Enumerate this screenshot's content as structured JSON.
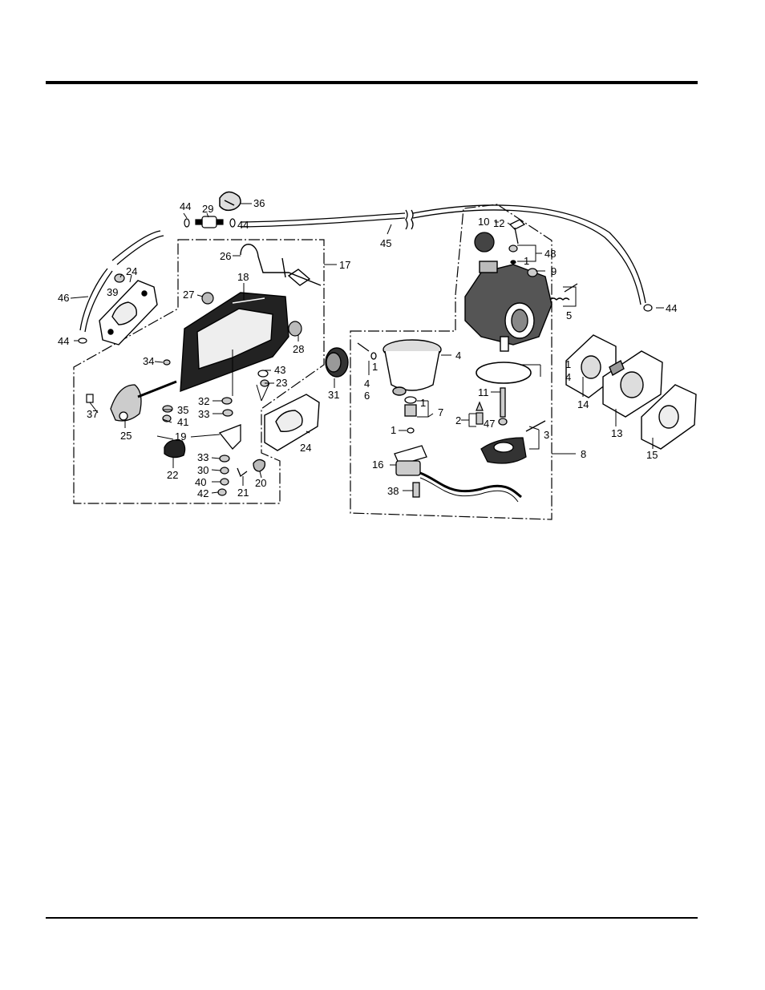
{
  "labels": [
    {
      "id": "l1a",
      "text": "1"
    },
    {
      "id": "l1b",
      "text": "1"
    },
    {
      "id": "l1c",
      "text": "1"
    },
    {
      "id": "l1d",
      "text": "1"
    },
    {
      "id": "l1e",
      "text": "1"
    },
    {
      "id": "l2",
      "text": "2"
    },
    {
      "id": "l3",
      "text": "3"
    },
    {
      "id": "l4a",
      "text": "4"
    },
    {
      "id": "l4b",
      "text": "4"
    },
    {
      "id": "l4c",
      "text": "4"
    },
    {
      "id": "l5",
      "text": "5"
    },
    {
      "id": "l6",
      "text": "6"
    },
    {
      "id": "l7",
      "text": "7"
    },
    {
      "id": "l8",
      "text": "8"
    },
    {
      "id": "l9",
      "text": "9"
    },
    {
      "id": "l10",
      "text": "10"
    },
    {
      "id": "l11",
      "text": "11"
    },
    {
      "id": "l12",
      "text": "12"
    },
    {
      "id": "l13",
      "text": "13"
    },
    {
      "id": "l14",
      "text": "14"
    },
    {
      "id": "l15",
      "text": "15"
    },
    {
      "id": "l16",
      "text": "16"
    },
    {
      "id": "l17",
      "text": "17"
    },
    {
      "id": "l18",
      "text": "18"
    },
    {
      "id": "l19",
      "text": "19"
    },
    {
      "id": "l20",
      "text": "20"
    },
    {
      "id": "l21",
      "text": "21"
    },
    {
      "id": "l22",
      "text": "22"
    },
    {
      "id": "l23",
      "text": "23"
    },
    {
      "id": "l24a",
      "text": "24"
    },
    {
      "id": "l24b",
      "text": "24"
    },
    {
      "id": "l25",
      "text": "25"
    },
    {
      "id": "l26",
      "text": "26"
    },
    {
      "id": "l27",
      "text": "27"
    },
    {
      "id": "l28",
      "text": "28"
    },
    {
      "id": "l29",
      "text": "29"
    },
    {
      "id": "l30",
      "text": "30"
    },
    {
      "id": "l31",
      "text": "31"
    },
    {
      "id": "l32",
      "text": "32"
    },
    {
      "id": "l33a",
      "text": "33"
    },
    {
      "id": "l33b",
      "text": "33"
    },
    {
      "id": "l34",
      "text": "34"
    },
    {
      "id": "l35",
      "text": "35"
    },
    {
      "id": "l36",
      "text": "36"
    },
    {
      "id": "l37",
      "text": "37"
    },
    {
      "id": "l38",
      "text": "38"
    },
    {
      "id": "l39",
      "text": "39"
    },
    {
      "id": "l40",
      "text": "40"
    },
    {
      "id": "l41",
      "text": "41"
    },
    {
      "id": "l42",
      "text": "42"
    },
    {
      "id": "l43",
      "text": "43"
    },
    {
      "id": "l44a",
      "text": "44"
    },
    {
      "id": "l44b",
      "text": "44"
    },
    {
      "id": "l44c",
      "text": "44"
    },
    {
      "id": "l44d",
      "text": "44"
    },
    {
      "id": "l45",
      "text": "45"
    },
    {
      "id": "l46",
      "text": "46"
    },
    {
      "id": "l47",
      "text": "47"
    },
    {
      "id": "l48",
      "text": "48"
    }
  ]
}
